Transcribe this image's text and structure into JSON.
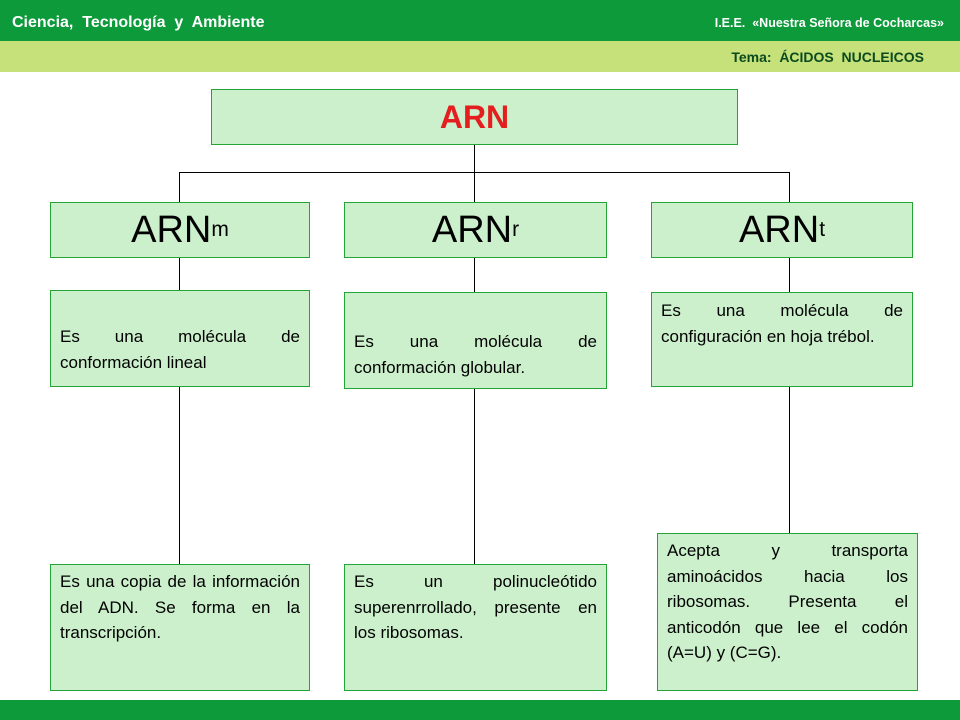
{
  "header": {
    "subject": "Ciencia,  Tecnología  y  Ambiente",
    "school": "I.E.E.  «Nuestra Señora de Cocharcas»",
    "topic": "Tema:  ÁCIDOS  NUCLEICOS"
  },
  "diagram": {
    "root": "ARN",
    "types": [
      {
        "base": "ARN",
        "sub": "m",
        "structure": "Es una molécula de conformación lineal",
        "function": "Es una copia de la información del ADN. Se forma en la transcripción."
      },
      {
        "base": "ARN",
        "sub": "r",
        "structure": "Es una molécula de conformación globular.",
        "function": "Es un polinucleótido superenrrollado, presente en los ribosomas."
      },
      {
        "base": "ARN",
        "sub": "t",
        "structure": "Es una molécula de configuración en hoja trébol.",
        "function": "Acepta y transporta aminoácidos hacia los ribosomas. Presenta el anticodón que lee el codón (A=U) y (C=G)."
      }
    ]
  }
}
